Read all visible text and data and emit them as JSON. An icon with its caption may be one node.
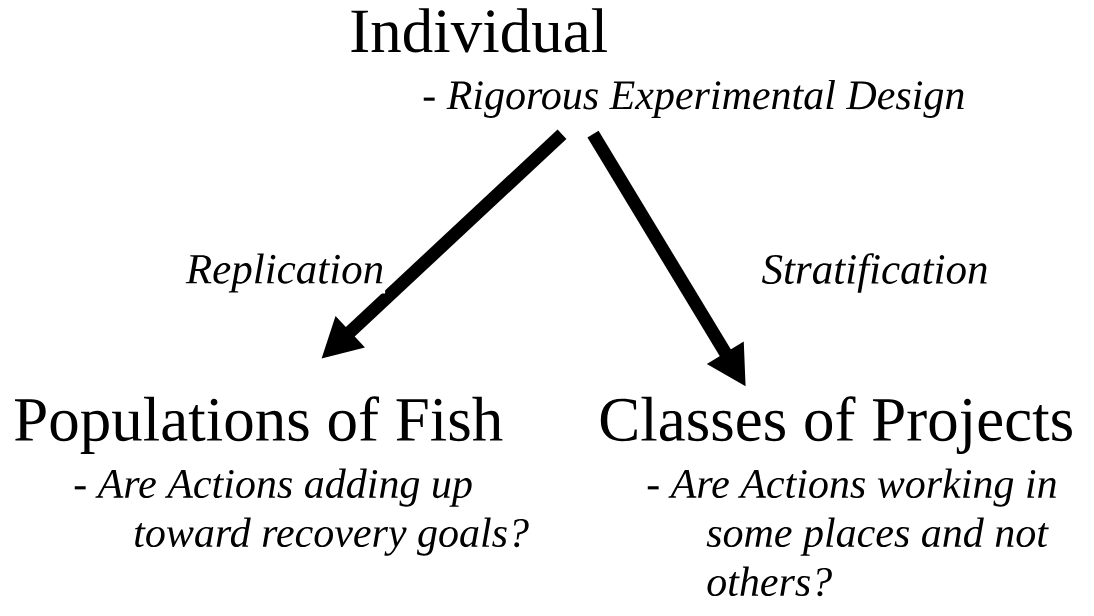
{
  "diagram": {
    "nodes": [
      {
        "text": [
          "Individual",
          "- Rigorous Experimental Design"
        ]
      },
      {
        "text": [
          "Populations of Fish",
          "- Are Actions adding up toward recovery goals?"
        ]
      },
      {
        "text": [
          "Classes of Projects",
          "- Are Actions working in some places and not others?"
        ]
      }
    ],
    "edges": [
      {
        "from": 0,
        "to": 1,
        "arrow": "to",
        "label": "Replication"
      },
      {
        "from": 0,
        "to": 2,
        "arrow": "to",
        "label": "Stratification"
      }
    ]
  }
}
